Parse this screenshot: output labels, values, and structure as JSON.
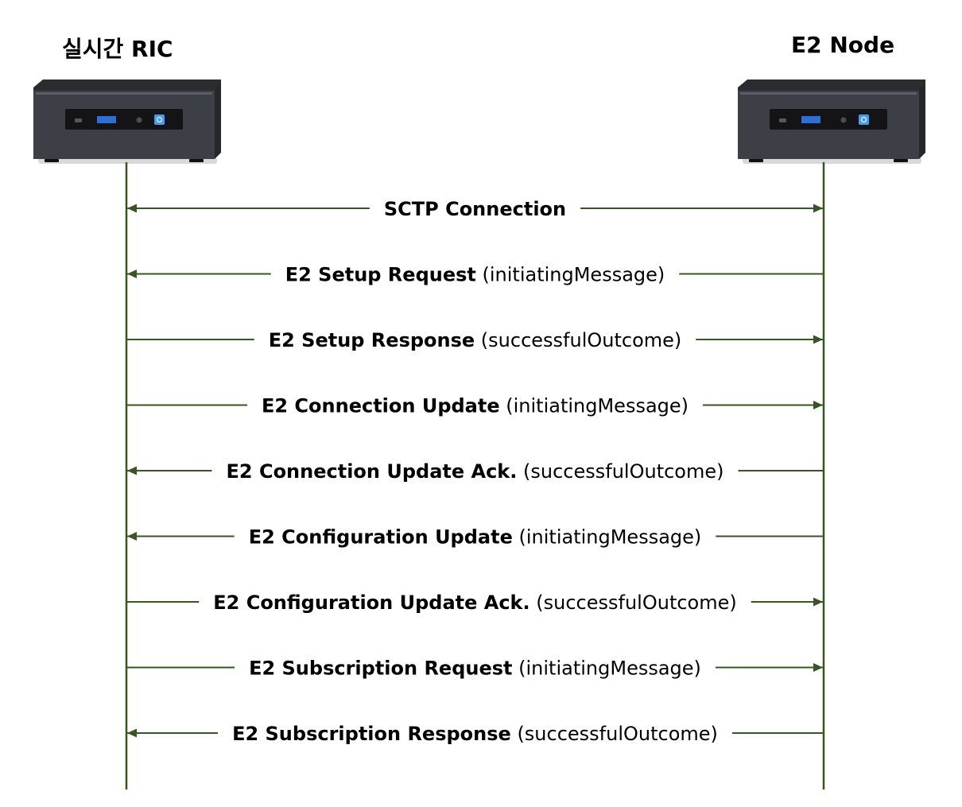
{
  "participants": {
    "left": {
      "title": "실시간 RIC"
    },
    "right": {
      "title": "E2 Node"
    }
  },
  "colors": {
    "line": "#375623",
    "device_body": "#3c3f45",
    "device_top": "#2a2c30",
    "device_panel": "#141416",
    "usb_port": "#2d6fd6",
    "power_button": "#4a9be8"
  },
  "messages": [
    {
      "name": "SCTP Connection",
      "detail": "",
      "direction": "both"
    },
    {
      "name": "E2 Setup Request",
      "detail": "(initiatingMessage)",
      "direction": "to-left"
    },
    {
      "name": "E2 Setup Response",
      "detail": "(successfulOutcome)",
      "direction": "to-right"
    },
    {
      "name": "E2 Connection Update",
      "detail": "(initiatingMessage)",
      "direction": "to-right"
    },
    {
      "name": "E2 Connection Update Ack.",
      "detail": "(successfulOutcome)",
      "direction": "to-left"
    },
    {
      "name": "E2 Configuration Update",
      "detail": "(initiatingMessage)",
      "direction": "to-left"
    },
    {
      "name": "E2 Configuration Update Ack.",
      "detail": "(successfulOutcome)",
      "direction": "to-right"
    },
    {
      "name": "E2 Subscription Request",
      "detail": "(initiatingMessage)",
      "direction": "to-right"
    },
    {
      "name": "E2 Subscription Response",
      "detail": "(successfulOutcome)",
      "direction": "to-left"
    }
  ]
}
